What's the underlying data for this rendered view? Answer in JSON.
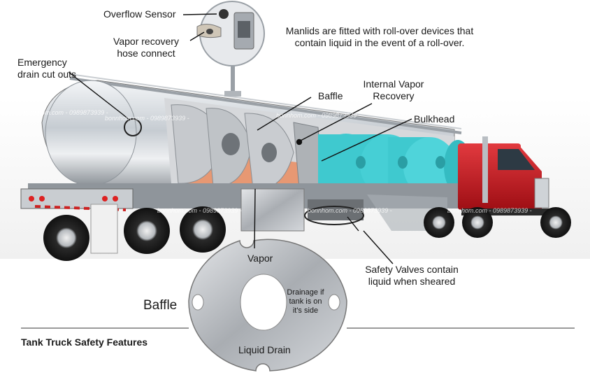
{
  "labels": {
    "overflow_sensor": "Overflow Sensor",
    "vapor_recovery_hose_1": "Vapor recovery",
    "vapor_recovery_hose_2": "hose connect",
    "manlids_1": "Manlids are fitted with roll-over devices that",
    "manlids_2": "contain liquid in the event of a roll-over.",
    "emergency_drain_1": "Emergency",
    "emergency_drain_2": "drain cut outs",
    "baffle_top": "Baffle",
    "internal_vapor_1": "Internal Vapor",
    "internal_vapor_2": "Recovery",
    "bulkhead": "Bulkhead",
    "safety_valves_1": "Safety Valves contain",
    "safety_valves_2": "liquid when sheared",
    "vapor": "Vapor",
    "drainage_1": "Drainage if",
    "drainage_2": "tank is on",
    "drainage_3": "it's side",
    "baffle_big": "Baffle",
    "liquid_drain": "Liquid Drain",
    "footer_title": "Tank Truck Safety Features"
  },
  "watermark": "bonnhom.com - 0989873939 -",
  "colors": {
    "liquid_orange": "#e8926a",
    "liquid_cyan": "#3fc9cf",
    "cab_red": "#c8161d",
    "chrome": "#d9dde1",
    "plate": "#b5b8bc"
  }
}
